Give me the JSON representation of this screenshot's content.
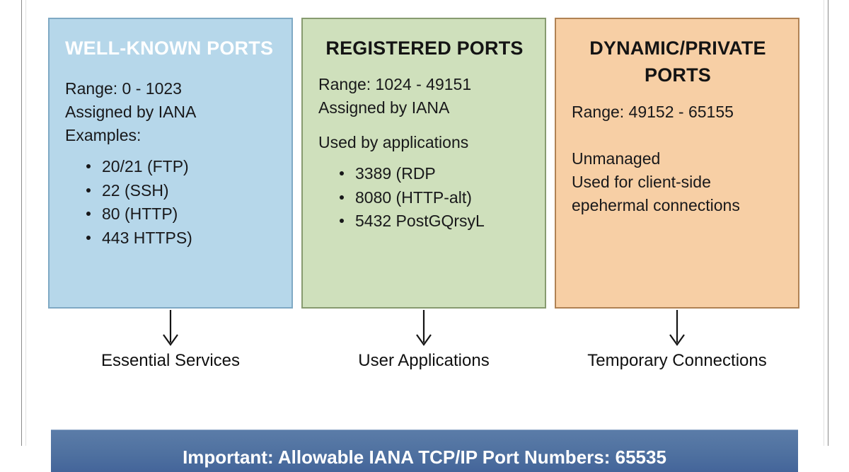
{
  "cards": [
    {
      "title": "WELL-KNOWN PORTS",
      "range": "Range: 0 - 1023",
      "assigned": "Assigned by IANA",
      "note": "Examples:",
      "bullets": [
        "20/21 (FTP)",
        "22 (SSH)",
        "80 (HTTP)",
        "443 HTTPS)"
      ],
      "fill": "#b6d7ea",
      "border": "#7fa9c4",
      "title_color": "#ffffff"
    },
    {
      "title": "REGISTERED PORTS",
      "range": "Range: 1024 - 49151",
      "assigned": "Assigned by IANA",
      "note": "Used by applications",
      "bullets": [
        "3389 (RDP",
        "8080 (HTTP-alt)",
        "5432 PostGQrsyL"
      ],
      "fill": "#cfe0bc",
      "border": "#879b70",
      "title_color": "#141414"
    },
    {
      "title": "DYNAMIC/PRIVATE PORTS",
      "range": "Range: 49152 - 65155",
      "assigned": "Unmanaged",
      "note": "Used for client-side",
      "note2": "epehermal connections",
      "bullets": [],
      "fill": "#f7cfa5",
      "border": "#b08254",
      "title_color": "#141414"
    }
  ],
  "outcomes": [
    {
      "label": "Essential Services"
    },
    {
      "label": "User Applications"
    },
    {
      "label": "Temporary Connections"
    }
  ],
  "banner": {
    "text": "Important: Allowable IANA TCP/IP Port Numbers: 65535",
    "fill": "#4f71a0",
    "text_color": "#ffffff"
  }
}
